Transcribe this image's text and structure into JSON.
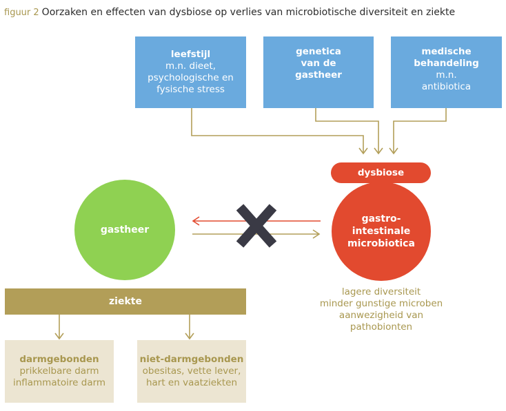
{
  "caption": {
    "fig_label": "figuur 2",
    "text": "Oorzaken en effecten van dysbiose op verlies van microbiotische diversiteit en ziekte"
  },
  "causes": [
    {
      "title": "leefstijl",
      "lines": [
        "m.n. dieet,",
        "psychologische en",
        "fysische stress"
      ]
    },
    {
      "title_lines": [
        "genetica",
        "van de",
        "gastheer"
      ]
    },
    {
      "title_lines": [
        "medische",
        "behandeling"
      ],
      "lines": [
        "m.n.",
        "antibiotica"
      ]
    }
  ],
  "dysbiose": {
    "label": "dysbiose"
  },
  "host": {
    "label": "gastheer"
  },
  "microbiota": {
    "lines": [
      "gastro-",
      "intestinale",
      "microbiotica"
    ]
  },
  "effects": {
    "lines": [
      "lagere diversiteit",
      "minder gunstige microben",
      "aanwezigheid van",
      "pathobionten"
    ]
  },
  "disease": {
    "label": "ziekte"
  },
  "disease_types": [
    {
      "title": "darmgebonden",
      "lines": [
        "prikkelbare darm",
        "inflammatoire darm"
      ]
    },
    {
      "title": "niet-darmgebonden",
      "lines": [
        "obesitas, vette lever,",
        "hart en vaatziekten"
      ]
    }
  ],
  "colors": {
    "blue": "#6aaade",
    "red": "#e24a2f",
    "green": "#8fd152",
    "olive": "#b29e58",
    "beige": "#ece5d2",
    "dark_x": "#3a3a45",
    "arrow": "#b29e58"
  }
}
